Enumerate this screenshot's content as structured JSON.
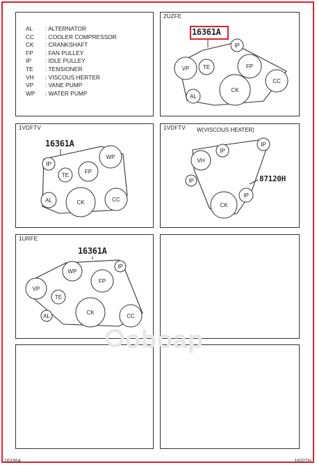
{
  "legend": [
    {
      "code": "AL",
      "text": ": ALTERNATOR"
    },
    {
      "code": "CC",
      "text": ": COOLER COMPRESSOR"
    },
    {
      "code": "CK",
      "text": ": CRANKSHAFT"
    },
    {
      "code": "FP",
      "text": ": FAN PULLEY"
    },
    {
      "code": "IP",
      "text": ": IDLE PULLEY"
    },
    {
      "code": "TE",
      "text": ": TENSIONER"
    },
    {
      "code": "VH",
      "text": ": VISCOUS HERTER"
    },
    {
      "code": "VP",
      "text": ": VANE PUMP"
    },
    {
      "code": "WP",
      "text": ": WATER PUMP"
    }
  ],
  "panels": {
    "p2uzfe": {
      "title": "2UZFE",
      "part": "16361A"
    },
    "p1vdftv_a": {
      "title": "1VDFTV",
      "part": "16361A"
    },
    "p1vdftv_b": {
      "title": "1VDFTV",
      "note": "W(VISCOUS HEATER)",
      "part": "87120H"
    },
    "p1urfe": {
      "title": "1URFE",
      "part": "16361A"
    }
  },
  "pulley_labels": {
    "vp": "VP",
    "te": "TE",
    "ip": "IP",
    "fp": "FP",
    "cc": "CC",
    "ck": "CK",
    "al": "AL",
    "wp": "WP",
    "vh": "VH"
  },
  "footer": {
    "left": "16336A",
    "right": "16327H"
  },
  "watermark": "oboap",
  "colors": {
    "accent": "#d9242b"
  }
}
